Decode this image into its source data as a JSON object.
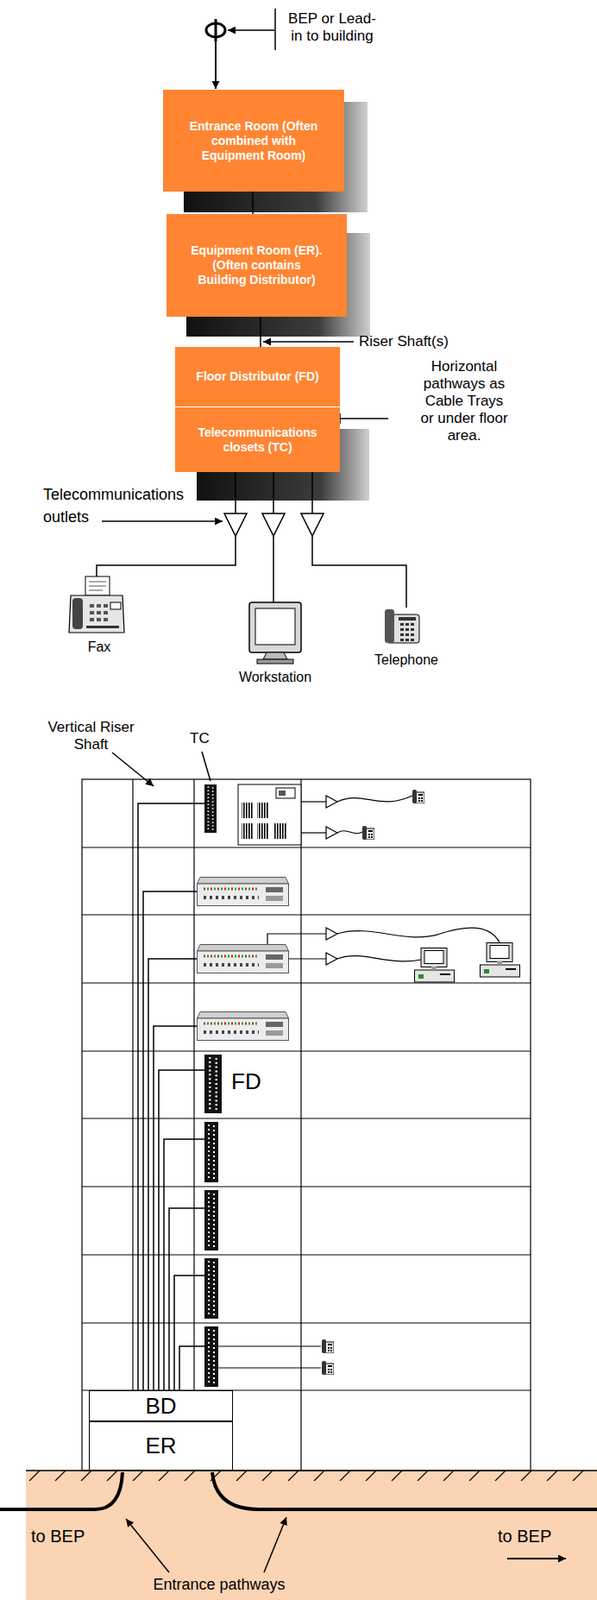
{
  "diagram": {
    "nodes": [
      {
        "text": [
          "Entrance Room (Often combined with Equipment Room)"
        ]
      },
      {
        "text": [
          "Equipment Room (ER). (Often contains Building Distributor)"
        ]
      },
      {
        "text": [
          "Floor Distributor (FD)"
        ]
      },
      {
        "text": [
          "Telecommunications closets (TC)"
        ]
      },
      {
        "text": [
          "Fax"
        ]
      },
      {
        "text": [
          "Workstation"
        ]
      },
      {
        "text": [
          "Telephone"
        ]
      },
      {
        "text": [
          "BD"
        ]
      },
      {
        "text": [
          "ER"
        ]
      }
    ],
    "edges": [
      {
        "from": 0,
        "to": 1,
        "arrow": "none"
      },
      {
        "from": 1,
        "to": 2,
        "arrow": "none"
      },
      {
        "from": 3,
        "to": 4,
        "arrow": "none"
      },
      {
        "from": 3,
        "to": 5,
        "arrow": "none"
      },
      {
        "from": 3,
        "to": 6,
        "arrow": "none"
      }
    ],
    "labels": [
      "BEP or Lead-in to building",
      "Riser Shaft(s)",
      "Horizontal pathways as Cable Trays or under floor area.",
      "Telecommunications outlets",
      "Vertical Riser Shaft",
      "TC",
      "FD",
      "to BEP",
      "to BEP",
      "Entrance pathways"
    ]
  }
}
